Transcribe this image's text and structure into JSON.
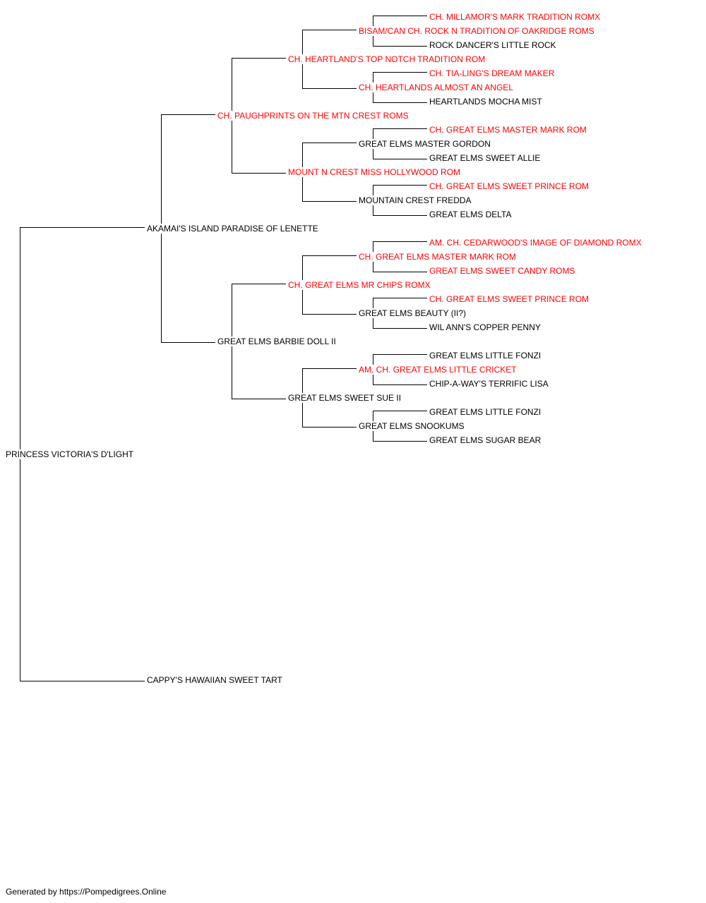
{
  "subject": "PRINCESS VICTORIA'S D'LIGHT",
  "sire": "AKAMAI'S ISLAND PARADISE OF LENETTE",
  "dam": "CAPPY'S HAWAIIAN SWEET TART",
  "sire_line": {
    "sire": "CH. PAUGHPRINTS ON THE MTN CREST ROMS",
    "sire_sire": "CH. HEARTLAND'S TOP NOTCH TRADITION ROM",
    "sire_sire_sire": "BISAM/CAN CH. ROCK N TRADITION OF OAKRIDGE ROMS",
    "sire_sire_sire_sire": "CH. MILLAMOR'S MARK TRADITION ROMX",
    "sire_sire_sire_dam": "ROCK DANCER'S LITTLE ROCK",
    "sire_sire_dam": "CH. HEARTLANDS ALMOST AN ANGEL",
    "sire_sire_dam_sire": "CH. TIA-LING'S DREAM MAKER",
    "sire_sire_dam_dam": "HEARTLANDS MOCHA MIST",
    "sire_dam": "MOUNT N CREST MISS HOLLYWOOD ROM",
    "sire_dam_sire": "GREAT ELMS MASTER GORDON",
    "sire_dam_sire_sire": "CH. GREAT ELMS MASTER MARK ROM",
    "sire_dam_sire_dam": "GREAT ELMS SWEET ALLIE",
    "sire_dam_dam": "MOUNTAIN CREST FREDDA",
    "sire_dam_dam_sire": "CH. GREAT ELMS SWEET PRINCE ROM",
    "sire_dam_dam_dam": "GREAT ELMS DELTA",
    "dam": "GREAT ELMS BARBIE DOLL II",
    "dam_sire": "CH. GREAT ELMS MR CHIPS ROMX",
    "dam_sire_sire": "CH. GREAT ELMS MASTER MARK ROM",
    "dam_sire_sire_sire": "AM. CH. CEDARWOOD'S IMAGE OF DIAMOND ROMX",
    "dam_sire_sire_dam": "GREAT ELMS SWEET CANDY ROMS",
    "dam_sire_dam": "GREAT ELMS BEAUTY (II?)",
    "dam_sire_dam_sire": "CH. GREAT ELMS SWEET PRINCE ROM",
    "dam_sire_dam_dam": "WIL ANN'S COPPER PENNY",
    "dam_dam": "GREAT ELMS SWEET SUE II",
    "dam_dam_sire": "AM. CH. GREAT ELMS LITTLE CRICKET",
    "dam_dam_sire_sire": "GREAT ELMS LITTLE FONZI",
    "dam_dam_sire_dam": "CHIP-A-WAY'S TERRIFIC LISA",
    "dam_dam_dam": "GREAT ELMS SNOOKUMS",
    "dam_dam_dam_sire": "GREAT ELMS LITTLE FONZI",
    "dam_dam_dam_dam": "GREAT ELMS SUGAR BEAR"
  },
  "colors": {
    "champion": "#ff0000",
    "regular": "#000000",
    "lines": "#000000"
  },
  "footer": "Generated by https://Pompedigrees.Online"
}
